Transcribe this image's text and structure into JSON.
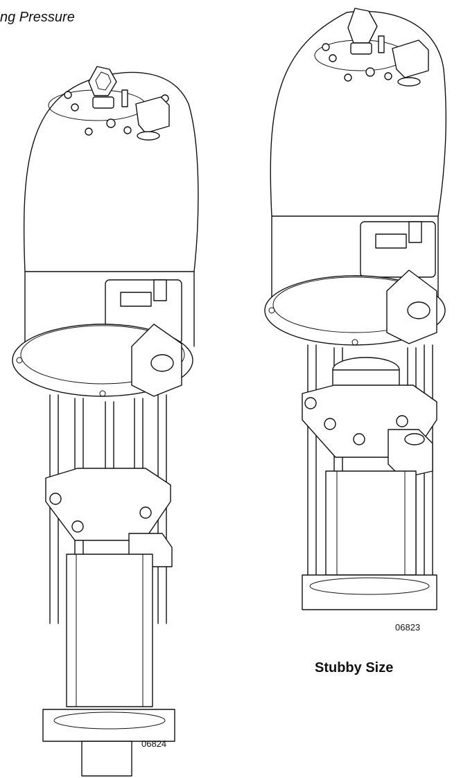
{
  "header": {
    "text": "ng Pressure"
  },
  "figures": {
    "left": {
      "figure_number": "06824"
    },
    "right": {
      "figure_number": "06823",
      "caption": "Stubby Size"
    }
  }
}
